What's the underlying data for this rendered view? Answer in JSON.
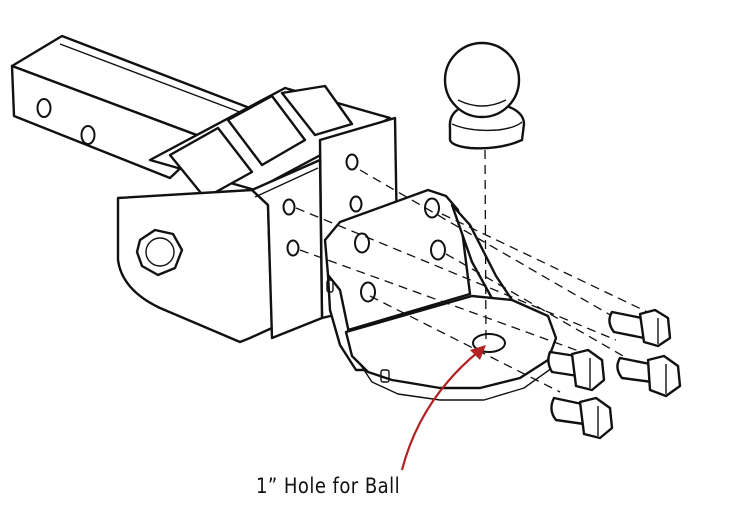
{
  "callout": {
    "label": "1”  Hole for Ball",
    "arrow_color": "#b22222"
  },
  "parts": {
    "receiver_tube": "receiver-tube",
    "drop_shank": "drop-shank",
    "ball_mount_bracket": "ball-mount-bracket",
    "hitch_ball": "hitch-ball",
    "bolts": [
      "bolt-upper",
      "bolt-middle",
      "bolt-lower-left",
      "bolt-lower-right"
    ],
    "pin_nut": "hitch-pin-nut"
  }
}
